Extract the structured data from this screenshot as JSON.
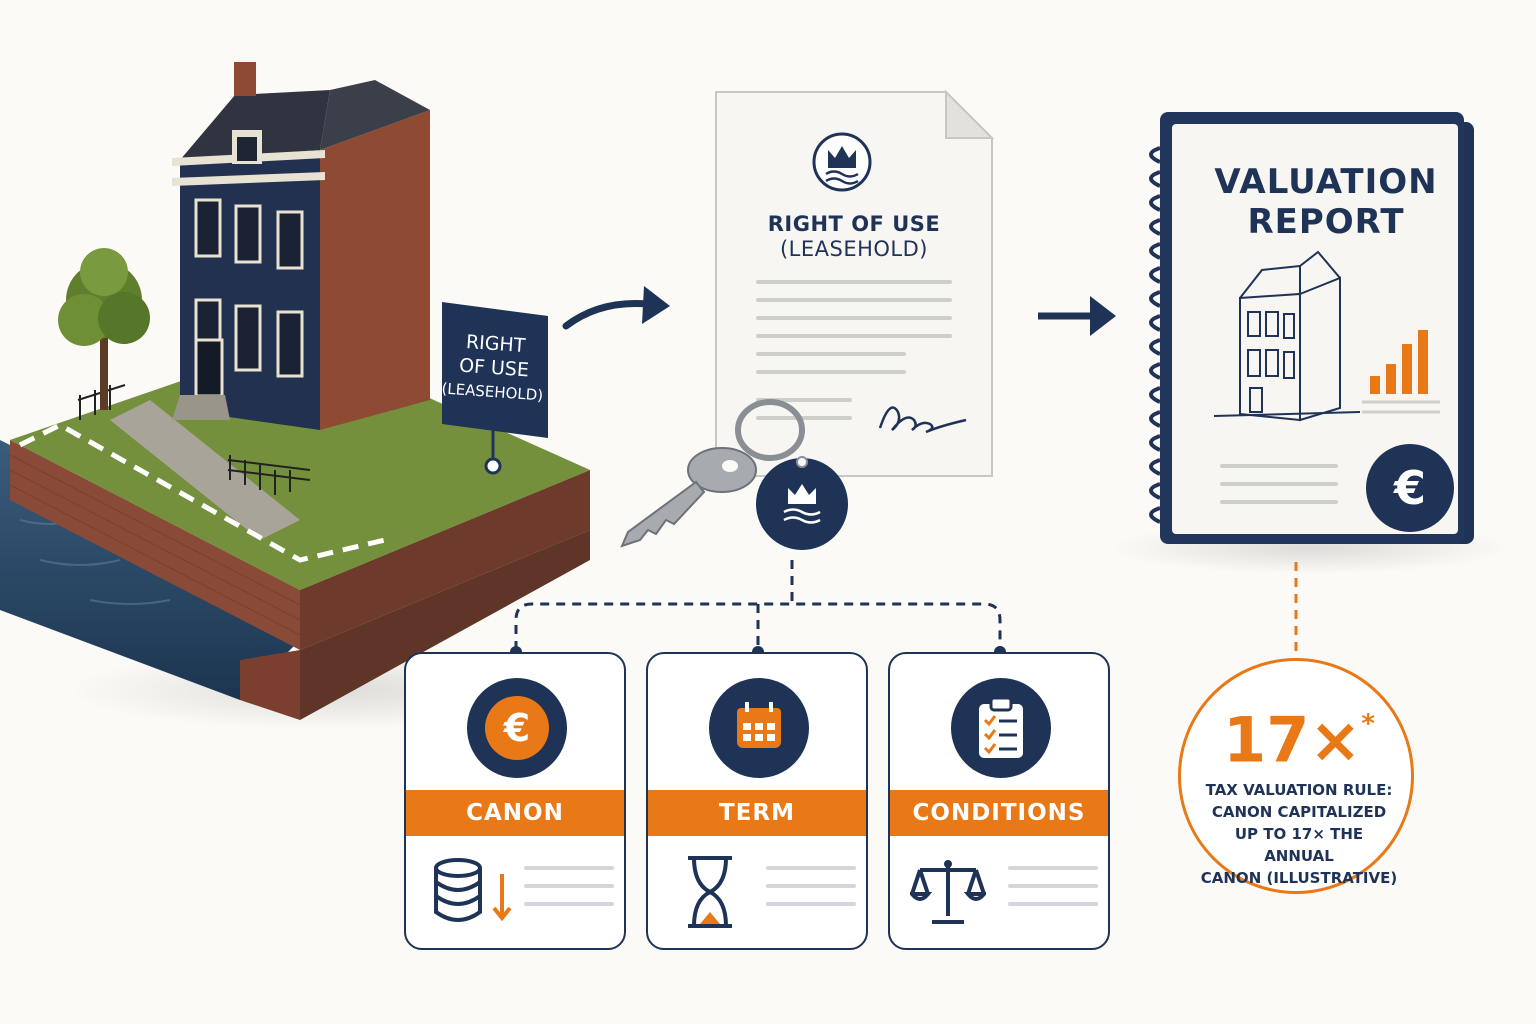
{
  "sign": {
    "line1": "RIGHT",
    "line2": "OF USE",
    "line3": "(LEASEHOLD)"
  },
  "document": {
    "title": "RIGHT OF USE",
    "subtitle": "(LEASEHOLD)",
    "seal_icon": "crown-waves-icon",
    "signature_icon": "signature-icon"
  },
  "key": {
    "fob_icon": "crown-waves-icon"
  },
  "report": {
    "title_line1": "VALUATION",
    "title_line2": "REPORT",
    "chart_icon": "bar-chart-icon",
    "currency_icon": "euro-icon",
    "currency_symbol": "€"
  },
  "cards": [
    {
      "label": "CANON",
      "icon": "euro-icon",
      "symbol": "€",
      "sub_icon": "coins-down-icon"
    },
    {
      "label": "TERM",
      "icon": "calendar-icon",
      "sub_icon": "hourglass-icon"
    },
    {
      "label": "CONDITIONS",
      "icon": "clipboard-checklist-icon",
      "sub_icon": "scales-icon"
    }
  ],
  "badge": {
    "number": "17×",
    "asterisk": "*",
    "line1": "TAX VALUATION RULE:",
    "line2": "CANON CAPITALIZED",
    "line3": "UP TO 17× THE ANNUAL",
    "line4": "CANON (ILLUSTRATIVE)"
  },
  "colors": {
    "navy": "#1f3357",
    "orange": "#e97817",
    "brick": "#8a4a38",
    "grass": "#6f8a3a",
    "water": "#2b4a66",
    "paper": "#f7f6f2"
  }
}
